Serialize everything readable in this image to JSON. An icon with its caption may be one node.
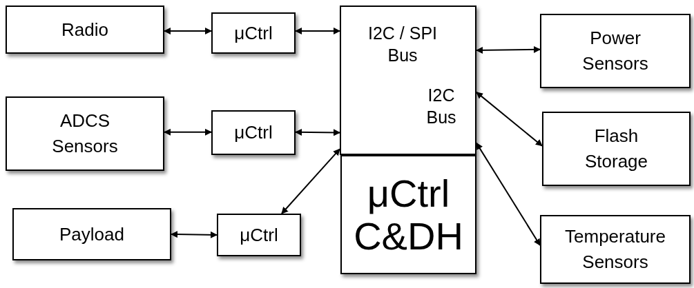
{
  "diagram": {
    "nodes": [
      {
        "text": [
          "Radio"
        ]
      },
      {
        "text": [
          "μCtrl"
        ]
      },
      {
        "text": [
          "I2C / SPI Bus",
          "I2C Bus"
        ]
      },
      {
        "text": [
          "ADCS Sensors"
        ]
      },
      {
        "text": [
          "μCtrl"
        ]
      },
      {
        "text": [
          "Payload"
        ]
      },
      {
        "text": [
          "μCtrl"
        ]
      },
      {
        "text": [
          "μCtrl C&DH"
        ]
      },
      {
        "text": [
          "Power Sensors"
        ]
      },
      {
        "text": [
          "Flash Storage"
        ]
      },
      {
        "text": [
          "Temperature Sensors"
        ]
      }
    ],
    "edges": [
      {
        "from": 0,
        "to": 1,
        "arrow": "both"
      },
      {
        "from": 1,
        "to": 2,
        "arrow": "both"
      },
      {
        "from": 3,
        "to": 4,
        "arrow": "both"
      },
      {
        "from": 4,
        "to": 2,
        "arrow": "both"
      },
      {
        "from": 5,
        "to": 6,
        "arrow": "both"
      },
      {
        "from": 6,
        "to": 2,
        "arrow": "both"
      },
      {
        "from": 2,
        "to": 8,
        "arrow": "both"
      },
      {
        "from": 2,
        "to": 9,
        "arrow": "both"
      },
      {
        "from": 2,
        "to": 10,
        "arrow": "both"
      }
    ]
  }
}
